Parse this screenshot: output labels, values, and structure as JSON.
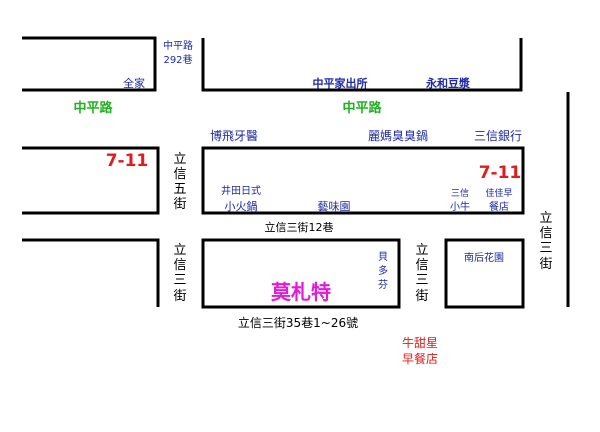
{
  "map": {
    "roads": {
      "zhongping": "中平路",
      "zhongping_right": "中平路",
      "zhongping_lane": [
        "中平路",
        "292巷"
      ],
      "lixin_5th": [
        "立",
        "信",
        "五",
        "街"
      ],
      "lixin_3rd_left": [
        "立",
        "信",
        "三",
        "街"
      ],
      "lixin_3rd_mid": [
        "立",
        "信",
        "三",
        "街"
      ],
      "lixin_3rd_right": [
        "立",
        "信",
        "三",
        "街"
      ],
      "lane_12": "立信三街12巷",
      "lane_35": "立信三街35巷1~26號"
    },
    "places": {
      "quanjia": "全家",
      "clinic": "中平家出所",
      "soymilk": "永和豆漿",
      "hospital": "博飛牙醫",
      "hotpot_shop": "麗媽臭臭鍋",
      "bank": "三信銀行",
      "seven_left": "7-11",
      "seven_right": "7-11",
      "japanese_hotpot": [
        "井田日式",
        "小火鍋"
      ],
      "bakery": "藝味園",
      "sanxin_shop": [
        "三信",
        "小牛"
      ],
      "jiajia_store": [
        "佳佳早",
        "餐店"
      ],
      "beiduoyu": [
        "貝",
        "多",
        "芬"
      ],
      "mozart": "莫札特",
      "south_garden": "南后花園",
      "niu_breakfast": [
        "牛甜星",
        "早餐店"
      ]
    },
    "colors": {
      "road_line": "#000000",
      "road_label": "#1fb21f",
      "store_label": "#1f2aa6",
      "convenience": "#e21b1b",
      "highlight": "#e21bd8"
    }
  }
}
